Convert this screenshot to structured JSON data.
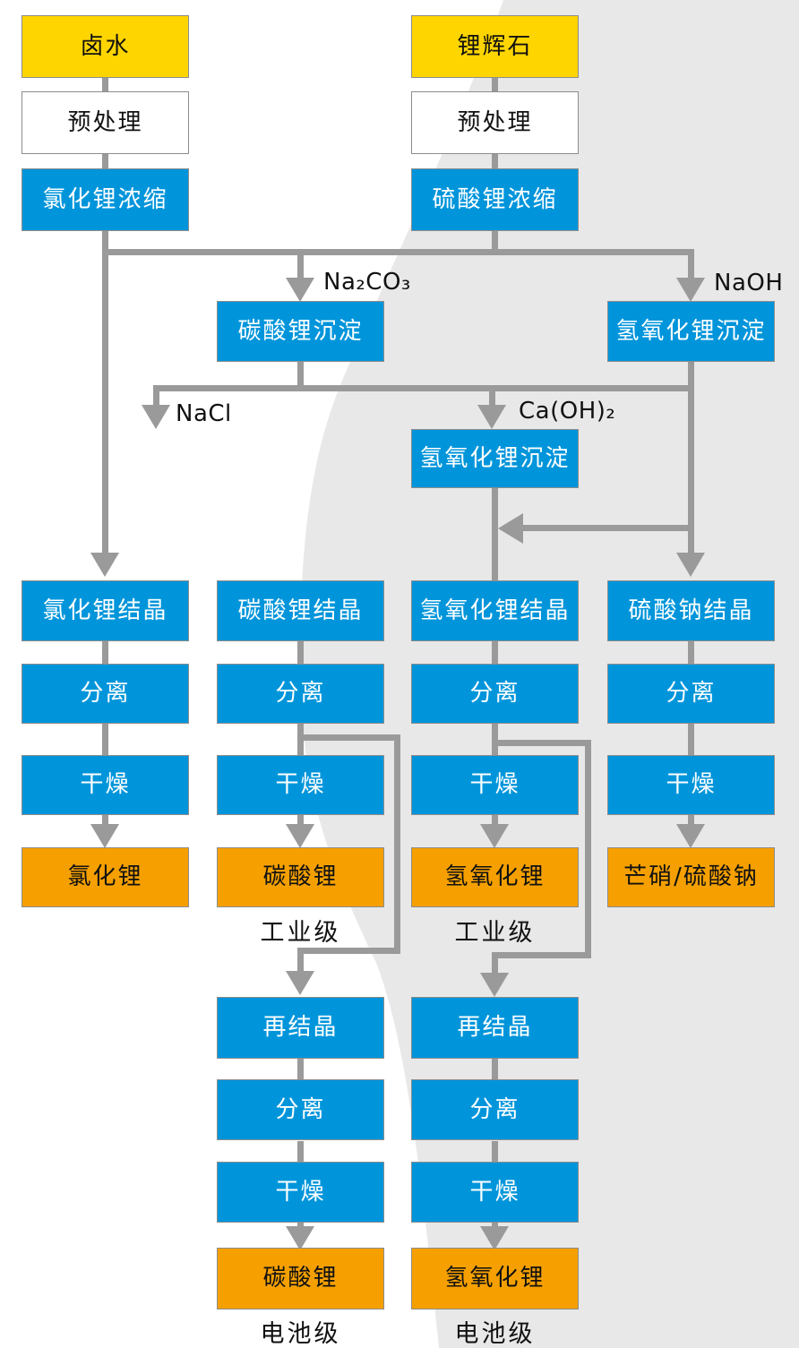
{
  "flow": {
    "source_left": "卤水",
    "source_right": "锂辉石",
    "pretreatment": "预处理",
    "licl_concentration": "氯化锂浓缩",
    "li2so4_concentration": "硫酸锂浓缩",
    "reagent_na2co3": "Na₂CO₃",
    "reagent_naoh": "NaOH",
    "reagent_nacl": "NaCl",
    "reagent_caoh2": "Ca(OH)₂",
    "li2co3_precipitation": "碳酸锂沉淀",
    "lioh_precipitation": "氢氧化锂沉淀",
    "licl_crystallization": "氯化锂结晶",
    "li2co3_crystallization": "碳酸锂结晶",
    "lioh_crystallization": "氢氧化锂结晶",
    "na2so4_crystallization": "硫酸钠结晶",
    "separation": "分离",
    "drying": "干燥",
    "recrystallization": "再结晶",
    "product_licl": "氯化锂",
    "product_li2co3": "碳酸锂",
    "product_lioh": "氢氧化锂",
    "product_na2so4": "芒硝/硫酸钠",
    "grade_industrial": "工业级",
    "grade_battery": "电池级"
  },
  "colors": {
    "blue": "#0095DB",
    "orange": "#F5A000",
    "yellow": "#FFD500",
    "line": "#9A9A9A",
    "blob": "#E8E8E8"
  }
}
